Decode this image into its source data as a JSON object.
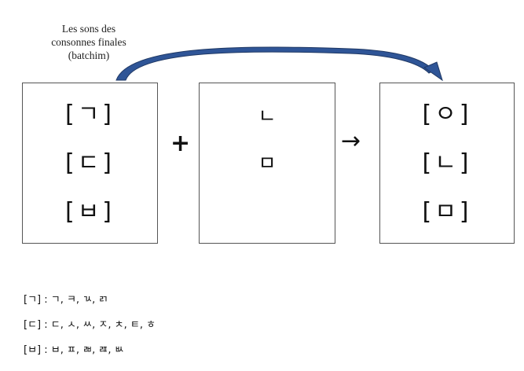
{
  "caption": {
    "line1": "Les sons des",
    "line2": "consonnes finales",
    "line3": "(batchim)"
  },
  "colors": {
    "arc": "#2f5597",
    "box_border": "#555555"
  },
  "boxes": {
    "left": {
      "items": [
        "[ㄱ]",
        "[ㄷ]",
        "[ㅂ]"
      ]
    },
    "middle": {
      "items": [
        "ㄴ",
        "ㅁ"
      ]
    },
    "right": {
      "items": [
        "[ㅇ]",
        "[ㄴ]",
        "[ㅁ]"
      ]
    }
  },
  "operators": {
    "plus": "+",
    "arrow": "→"
  },
  "notes": [
    "[ㄱ] : ㄱ, ㅋ, ㄳ, ㄺ",
    "[ㄷ] : ㄷ, ㅅ, ㅆ, ㅈ, ㅊ, ㅌ, ㅎ",
    "[ㅂ] : ㅂ, ㅍ, ㄼ, ㄿ, ㅄ"
  ]
}
